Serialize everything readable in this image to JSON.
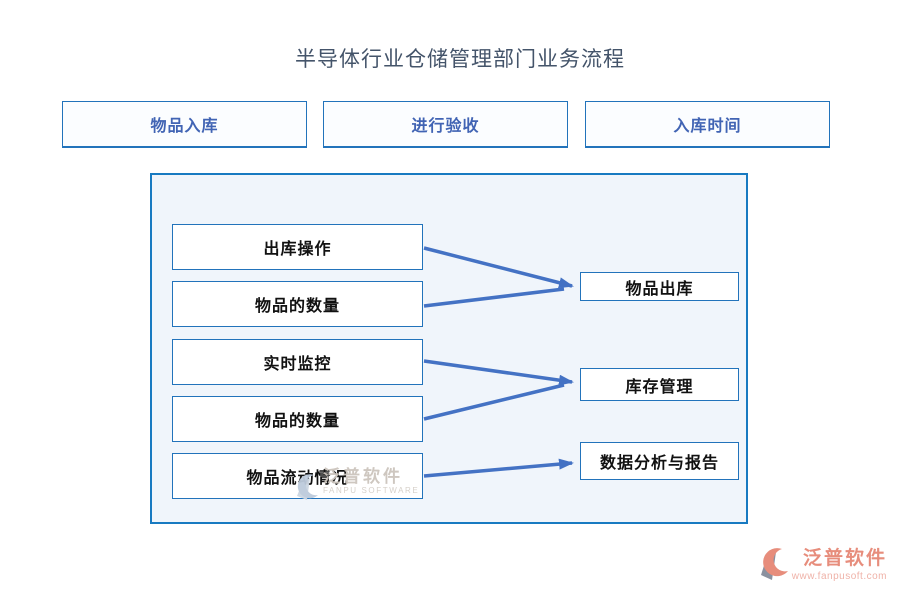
{
  "title": "半导体行业仓储管理部门业务流程",
  "top_buttons": [
    "物品入库",
    "进行验收",
    "入库时间"
  ],
  "flowchart": {
    "sources": [
      "出库操作",
      "物品的数量",
      "实时监控",
      "物品的数量",
      "物品流动情况"
    ],
    "targets": [
      "物品出库",
      "库存管理",
      "数据分析与报告"
    ],
    "edges": [
      {
        "from": "出库操作",
        "to": "物品出库"
      },
      {
        "from": "物品的数量",
        "to": "物品出库"
      },
      {
        "from": "实时监控",
        "to": "库存管理"
      },
      {
        "from": "物品的数量",
        "to": "库存管理"
      },
      {
        "from": "物品流动情况",
        "to": "数据分析与报告"
      }
    ]
  },
  "watermark": {
    "brand": "泛普软件",
    "brand_en": "FANPU SOFTWARE"
  },
  "footer": {
    "brand": "泛普软件",
    "website": "www.fanpusoft.com"
  },
  "colors": {
    "title_text": "#44546a",
    "button_text": "#4164b4",
    "box_border": "#2273bb",
    "panel_border": "#187ac1",
    "panel_bg": "#f0f5fb",
    "arrow": "#4472c4",
    "brand_coral": "#e78d7c",
    "brand_gray": "#8b919f"
  }
}
